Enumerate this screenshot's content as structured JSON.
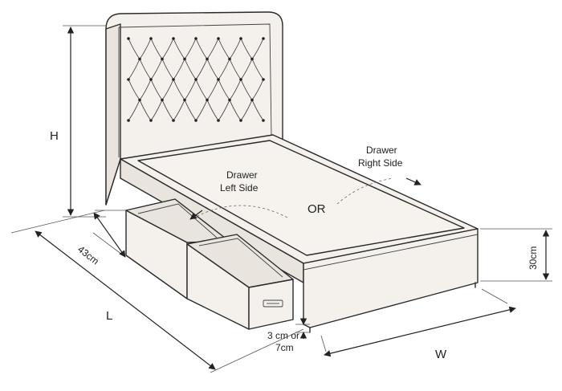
{
  "labels": {
    "height": "H",
    "length": "L",
    "width": "W",
    "depth_43": "43cm",
    "base_height": "30cm",
    "clearance_line1": "3 cm or",
    "clearance_line2": "7cm",
    "or": "OR",
    "drawer_left_line1": "Drawer",
    "drawer_left_line2": "Left Side",
    "drawer_right_line1": "Drawer",
    "drawer_right_line2": "Right Side"
  }
}
